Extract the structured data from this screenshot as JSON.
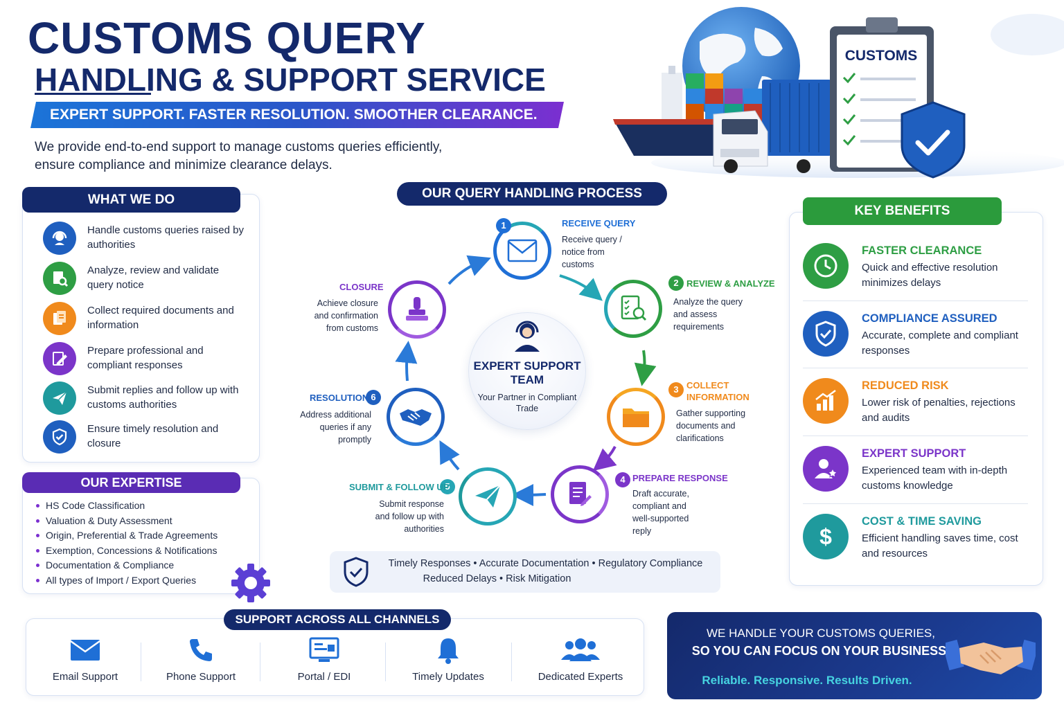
{
  "header": {
    "title_line1": "CUSTOMS QUERY",
    "title_line2": "HANDLING & SUPPORT SERVICE",
    "tagline": "EXPERT SUPPORT. FASTER RESOLUTION. SMOOTHER CLEARANCE.",
    "intro": "We provide end-to-end support to manage customs queries efficiently, ensure compliance and minimize clearance delays."
  },
  "hero": {
    "clipboard_label": "CUSTOMS"
  },
  "what_we_do": {
    "title": "WHAT WE DO",
    "items": [
      {
        "text": "Handle customs queries raised by authorities",
        "icon": "headset-icon",
        "color": "#1f5fbf"
      },
      {
        "text": "Analyze, review and validate query notice",
        "icon": "document-search-icon",
        "color": "#2e9e44"
      },
      {
        "text": "Collect required documents and information",
        "icon": "documents-icon",
        "color": "#f08a1c"
      },
      {
        "text": "Prepare professional and compliant responses",
        "icon": "pen-icon",
        "color": "#7b35c9"
      },
      {
        "text": "Submit replies and follow up with customs authorities",
        "icon": "paper-plane-icon",
        "color": "#1f9a9d"
      },
      {
        "text": "Ensure timely resolution and closure",
        "icon": "shield-check-icon",
        "color": "#1f5fbf"
      }
    ]
  },
  "expertise": {
    "title": "OUR EXPERTISE",
    "items": [
      "HS Code Classification",
      "Valuation & Duty Assessment",
      "Origin, Preferential & Trade Agreements",
      "Exemption, Concessions & Notifications",
      "Documentation & Compliance",
      "All types of Import / Export Queries"
    ]
  },
  "process": {
    "title": "OUR QUERY HANDLING PROCESS",
    "center_title": "EXPERT SUPPORT TEAM",
    "center_subtitle": "Your Partner in Compliant Trade",
    "steps": [
      {
        "num": "1",
        "title": "RECEIVE QUERY",
        "desc": "Receive query / notice from customs",
        "color": "#1f6fd6"
      },
      {
        "num": "2",
        "title": "REVIEW & ANALYZE",
        "desc": "Analyze the query and assess requirements",
        "color": "#2e9e44"
      },
      {
        "num": "3",
        "title": "COLLECT INFORMATION",
        "desc": "Gather supporting documents and clarifications",
        "color": "#f08a1c"
      },
      {
        "num": "4",
        "title": "PREPARE RESPONSE",
        "desc": "Draft accurate, compliant and well-supported reply",
        "color": "#7b35c9"
      },
      {
        "num": "5",
        "title": "SUBMIT & FOLLOW UP",
        "desc": "Submit response and follow up with authorities",
        "color": "#1f9a9d"
      },
      {
        "num": "6",
        "title": "RESOLUTION",
        "desc": "Address additional queries if any promptly",
        "color": "#1f5fbf"
      },
      {
        "num": "",
        "title": "CLOSURE",
        "desc": "Achieve closure and confirmation from customs",
        "color": "#7b35c9"
      }
    ],
    "bar_line1": "Timely Responses  •  Accurate Documentation  •  Regulatory Compliance",
    "bar_line2": "Reduced Delays  •  Risk Mitigation"
  },
  "benefits": {
    "title": "KEY BENEFITS",
    "items": [
      {
        "title": "FASTER CLEARANCE",
        "desc": "Quick and effective resolution minimizes delays",
        "color": "#2e9e44",
        "icon": "clock-icon"
      },
      {
        "title": "COMPLIANCE ASSURED",
        "desc": "Accurate, complete and compliant responses",
        "color": "#1f5fbf",
        "icon": "shield-check-icon"
      },
      {
        "title": "REDUCED RISK",
        "desc": "Lower risk of penalties, rejections and audits",
        "color": "#f08a1c",
        "icon": "chart-up-icon"
      },
      {
        "title": "EXPERT SUPPORT",
        "desc": "Experienced team with in-depth customs knowledge",
        "color": "#7b35c9",
        "icon": "expert-user-icon"
      },
      {
        "title": "COST & TIME SAVING",
        "desc": "Efficient handling saves time, cost and resources",
        "color": "#1f9a9d",
        "icon": "dollar-icon"
      }
    ]
  },
  "channels": {
    "title": "SUPPORT ACROSS ALL CHANNELS",
    "items": [
      {
        "label": "Email Support",
        "icon": "envelope-icon"
      },
      {
        "label": "Phone Support",
        "icon": "phone-icon"
      },
      {
        "label": "Portal / EDI",
        "icon": "portal-icon"
      },
      {
        "label": "Timely Updates",
        "icon": "bell-icon"
      },
      {
        "label": "Dedicated Experts",
        "icon": "team-icon"
      }
    ]
  },
  "banner": {
    "line1": "WE HANDLE YOUR CUSTOMS QUERIES,",
    "line2": "SO YOU CAN FOCUS ON YOUR BUSINESS.",
    "line3": "Reliable. Responsive. Results Driven."
  }
}
